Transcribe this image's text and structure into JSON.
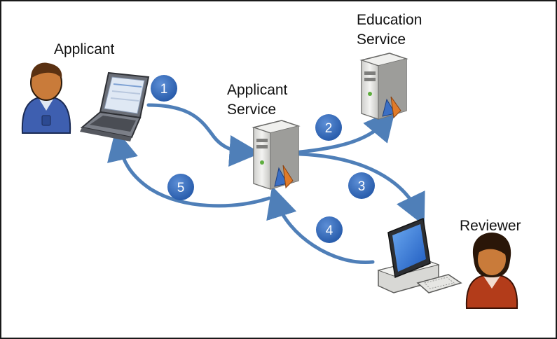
{
  "labels": {
    "applicant": "Applicant",
    "applicant_service_line1": "Applicant",
    "applicant_service_line2": "Service",
    "education_service_line1": "Education",
    "education_service_line2": "Service",
    "reviewer": "Reviewer"
  },
  "steps": [
    "1",
    "2",
    "3",
    "4",
    "5"
  ],
  "colors": {
    "arrow": "#4f7fb8",
    "step_badge": "#2f66b3",
    "server_body": "#e8e8e6",
    "laptop_body": "#6b6f78",
    "screen": "#2e6fd0",
    "applicant_shirt": "#3e5fb0",
    "reviewer_shirt": "#b33c1a",
    "skin": "#c97b3a"
  },
  "icons": [
    "applicant-person-icon",
    "laptop-icon",
    "applicant-server-icon",
    "education-server-icon",
    "desktop-computer-icon",
    "reviewer-person-icon"
  ]
}
